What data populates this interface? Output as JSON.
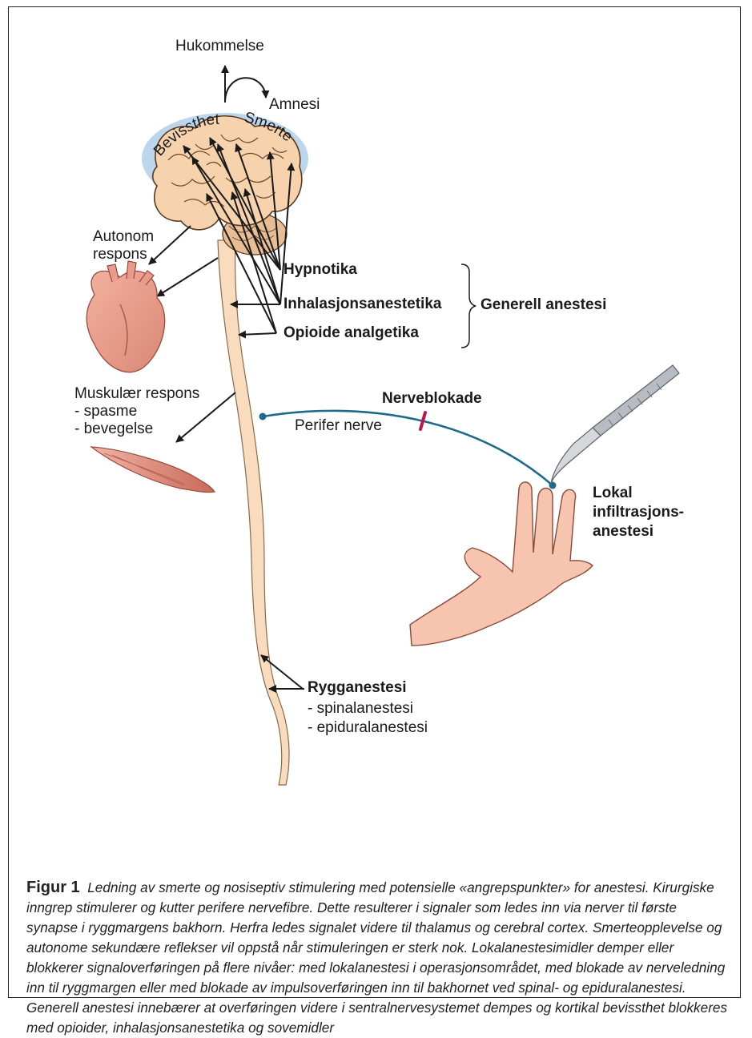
{
  "labels": {
    "memory": "Hukommelse",
    "amnesia": "Amnesi",
    "consciousness": "Bevissthet",
    "pain": "Smerte",
    "autonomic_line1": "Autonom",
    "autonomic_line2": "respons",
    "hypnotics": "Hypnotika",
    "inhalation": "Inhalasjonsanestetika",
    "opioids": "Opioide analgetika",
    "general_anesthesia": "Generell anestesi",
    "muscle_line1": "Muskulær respons",
    "muscle_line2": "- spasme",
    "muscle_line3": "- bevegelse",
    "nerve_block": "Nerveblokade",
    "peripheral_nerve": "Perifer nerve",
    "local_line1": "Lokal",
    "local_line2": "infiltrasjons-",
    "local_line3": "anestesi",
    "spinal_title": "Rygganestesi",
    "spinal_line1": "- spinalanestesi",
    "spinal_line2": "- epiduralanestesi"
  },
  "caption": {
    "title": "Figur 1",
    "text": "Ledning av smerte og nosiseptiv stimulering med potensielle «angrepspunkter» for anestesi. Kirurgiske inngrep stimulerer og kutter perifere nervefibre. Dette resulterer i signaler som ledes inn via nerver til første synapse i ryggmargens bakhorn. Herfra ledes signalet videre til thalamus og cerebral cortex. Smerteopplevelse og autonome sekundære reflekser vil oppstå når stimuleringen er sterk nok. Lokalanestesimidler demper eller blokkerer signaloverføringen på flere nivåer: med lokalanestesi i operasjonsområdet, med blokade av nerveledning inn til ryggmargen eller med blokade av impulsoverføringen inn til bakhornet ved spinal- og epiduralanestesi. Generell anestesi innebærer at overføringen videre i sentralnervesystemet dempes og kortikal bevissthet blokkeres med opioider, inhalasjonsanestetika og sovemidler"
  },
  "colors": {
    "brain": "#f6d3ad",
    "brain_outline": "#5a3a20",
    "halo": "#bcd6ee",
    "spinal_cord": "#f8dcbd",
    "heart": "#e8a59b",
    "muscle": "#e39a8c",
    "hand": "#f7c4b0",
    "nerve": "#1d6a8a",
    "block_mark": "#c0154a",
    "scalpel": "#b7bcc2"
  }
}
